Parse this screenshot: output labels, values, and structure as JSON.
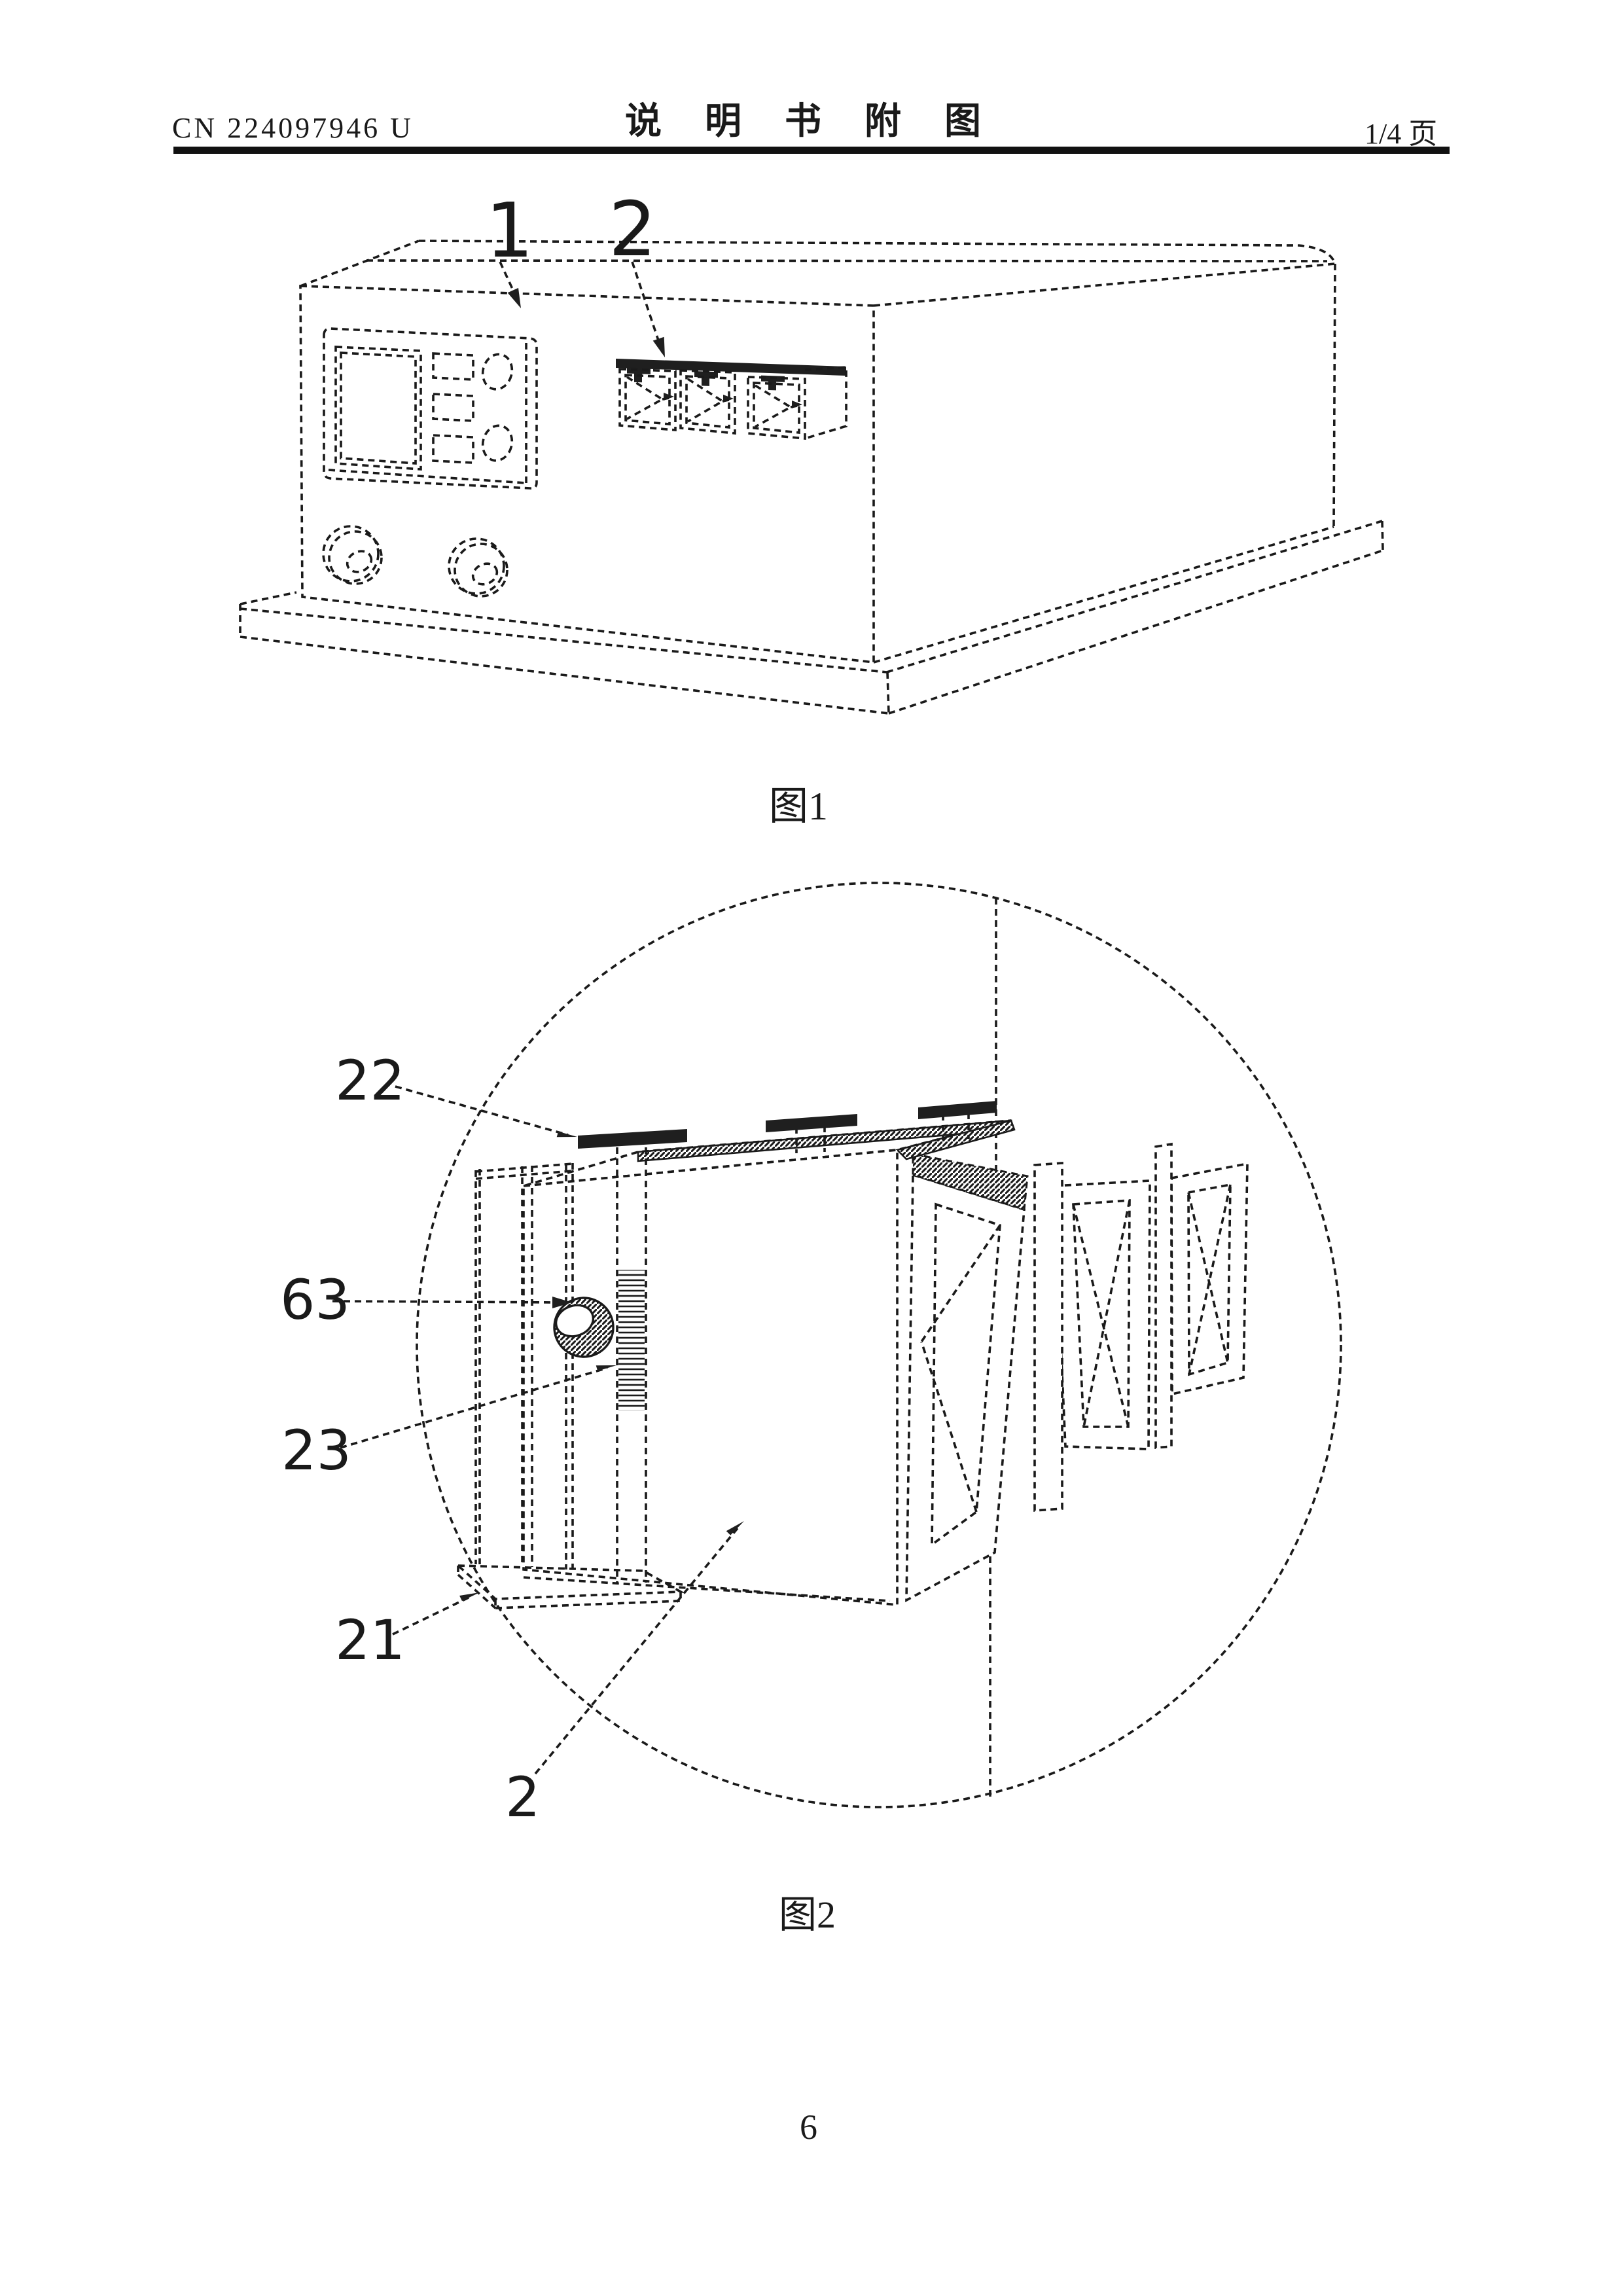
{
  "header": {
    "doc_number": "CN 224097946 U",
    "title": "说  明  书  附  图",
    "page_indicator": "1/4 页"
  },
  "figure1": {
    "caption": "图1",
    "labels": {
      "device": "1",
      "module": "2"
    }
  },
  "figure2": {
    "caption": "图2",
    "labels": {
      "flange": "22",
      "knob": "63",
      "rod": "23",
      "bracket": "21",
      "module": "2"
    }
  },
  "page_number": "6"
}
